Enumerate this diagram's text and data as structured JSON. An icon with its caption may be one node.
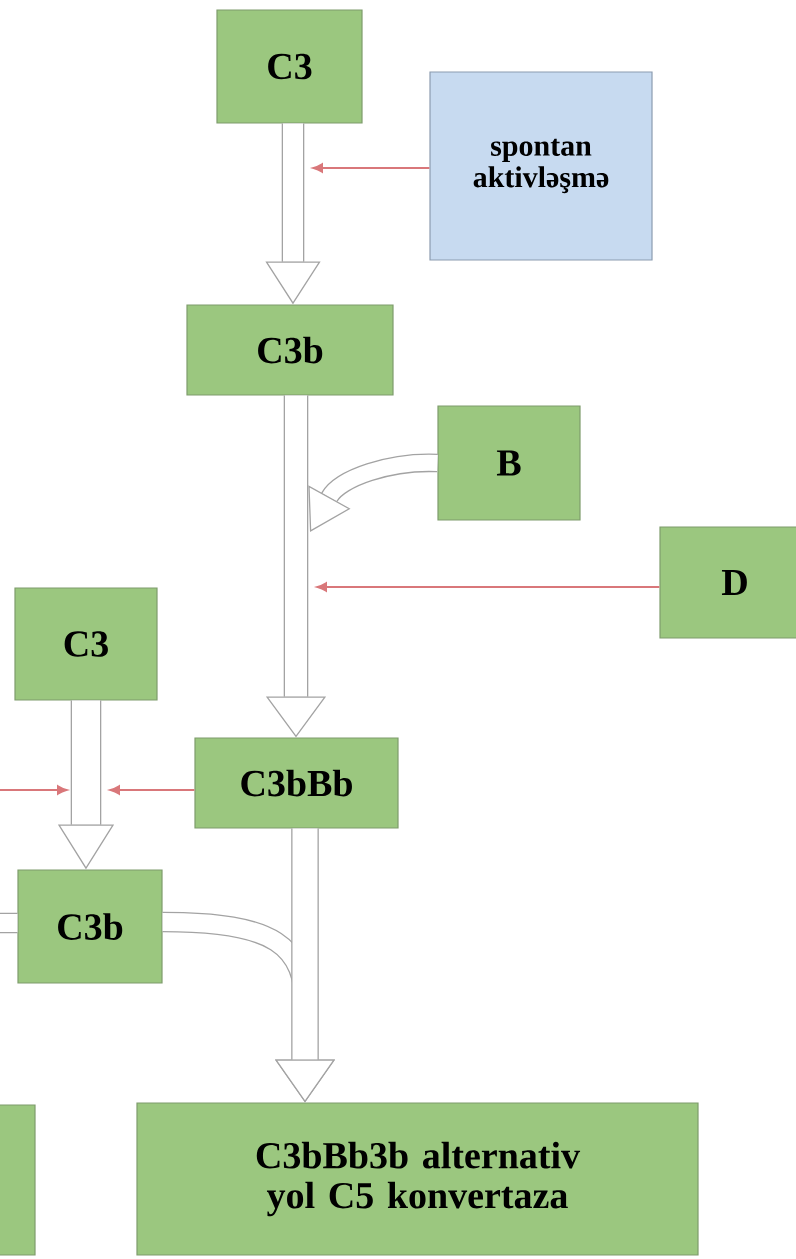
{
  "diagram": {
    "nodes": [
      {
        "text": [
          "C3"
        ]
      },
      {
        "text": [
          "spontan aktivləşmə"
        ]
      },
      {
        "text": [
          "C3b"
        ]
      },
      {
        "text": [
          "B"
        ]
      },
      {
        "text": [
          "D"
        ]
      },
      {
        "text": [
          "C3"
        ]
      },
      {
        "text": [
          "C3bBb"
        ]
      },
      {
        "text": [
          "C3b"
        ]
      },
      {
        "text": [
          "C3bBb3b alternativ yol C5 konvertaza"
        ]
      },
      {
        "text": [],
        "shape": "box"
      }
    ],
    "edges": [
      {
        "from": 0,
        "to": 2,
        "arrow": "to"
      },
      {
        "from": 1,
        "to": null,
        "arrow": "to",
        "color": "#d9777a"
      },
      {
        "from": 2,
        "to": 6,
        "arrow": "to"
      },
      {
        "from": 3,
        "to": null,
        "arrow": "to"
      },
      {
        "from": 4,
        "to": null,
        "arrow": "to",
        "color": "#d9777a"
      },
      {
        "from": 5,
        "to": 7,
        "arrow": "to"
      },
      {
        "from": 6,
        "to": null,
        "arrow": "to",
        "color": "#d9777a"
      },
      {
        "from": 7,
        "to": null,
        "arrow": "none"
      },
      {
        "from": 7,
        "to": 8,
        "arrow": "to"
      },
      {
        "from": 6,
        "to": 8,
        "arrow": "to"
      }
    ]
  }
}
